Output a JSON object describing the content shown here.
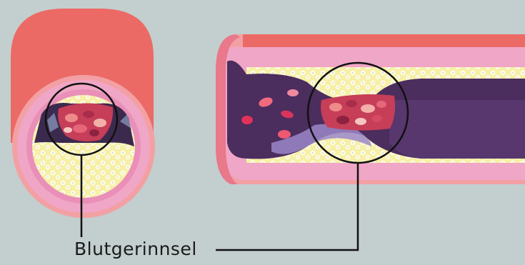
{
  "annotation": {
    "label": "Blutgerinnsel"
  },
  "colors": {
    "background": "#c3cece",
    "artery_wall_outer": "#ec6a65",
    "artery_wall_inner": "#f0a6c6",
    "plaque": "#f6efa6",
    "blood_lumen": "#4b2d5e",
    "clot": "#c63e58",
    "leader_line": "#111111"
  },
  "icons": {
    "cross_section": "artery-cross-section",
    "longitudinal_section": "artery-longitudinal-section"
  }
}
